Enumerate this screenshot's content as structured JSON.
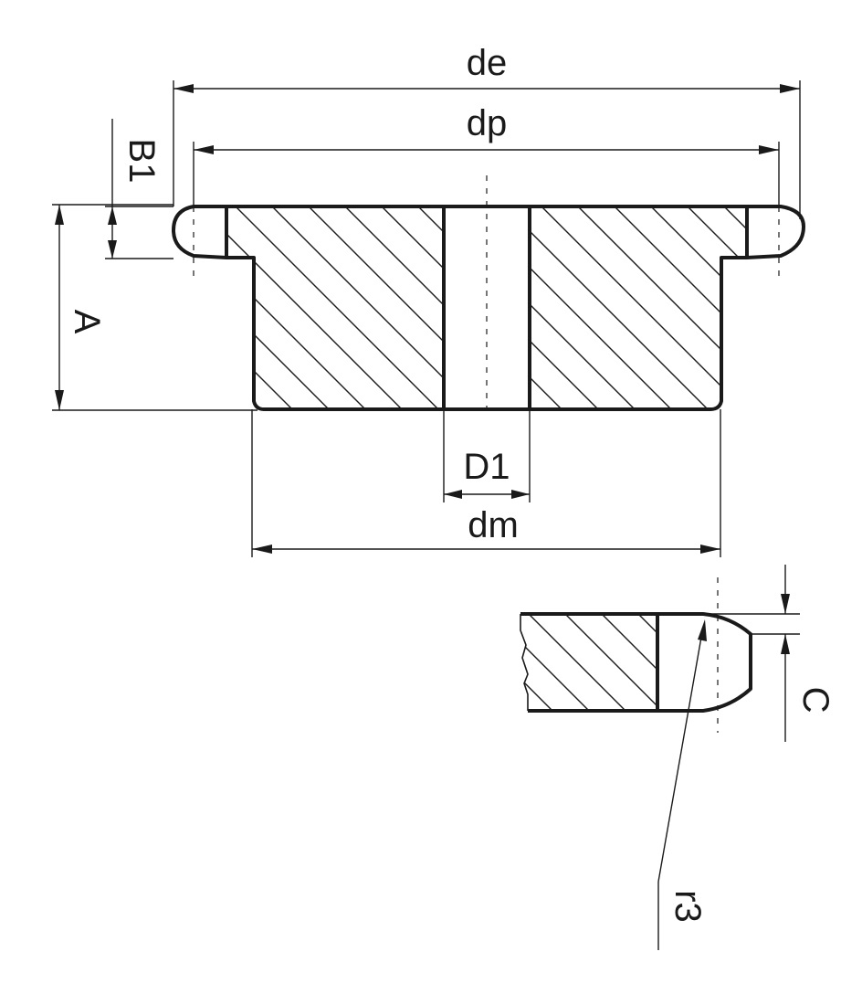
{
  "labels": {
    "de": "de",
    "dp": "dp",
    "b1": "B1",
    "a": "A",
    "d1": "D1",
    "dm": "dm",
    "c": "C",
    "r3": "r3"
  },
  "colors": {
    "line": "#1a1a1a",
    "background": "#ffffff"
  }
}
